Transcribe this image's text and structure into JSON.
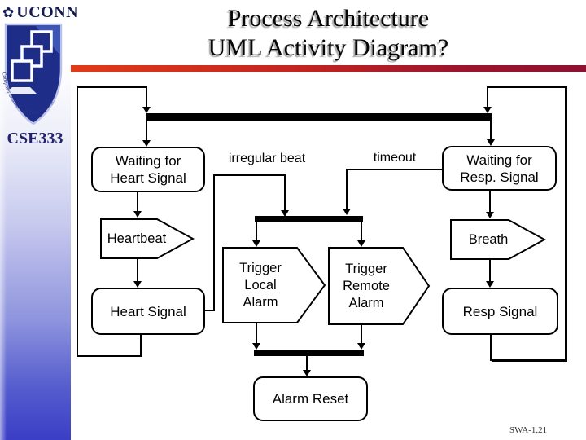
{
  "branding": {
    "wordmark": "UCONN",
    "leaf_icon": "oak-leaf",
    "shield_text": "Computer Science and Engineering",
    "course_code": "CSE333"
  },
  "header": {
    "title_line1": "Process Architecture",
    "title_line2": "UML Activity Diagram?"
  },
  "footer": {
    "slide_ref": "SWA-1.21"
  },
  "colors": {
    "accent_bar_left": "#e23a18",
    "accent_bar_right": "#8f1030",
    "sidebar_bottom": "#3b3ec6",
    "shield_fill": "#1d2d88",
    "line": "#000000"
  },
  "diagram": {
    "type": "uml-activity",
    "nodes": {
      "waiting_heart": {
        "shape": "rounded-state",
        "label": "Waiting for\nHeart Signal"
      },
      "heartbeat": {
        "shape": "signal-send",
        "label": "Heartbeat"
      },
      "heart_signal": {
        "shape": "rounded-state",
        "label": "Heart Signal"
      },
      "waiting_resp": {
        "shape": "rounded-state",
        "label": "Waiting for\nResp. Signal"
      },
      "breath": {
        "shape": "signal-send",
        "label": "Breath"
      },
      "resp_signal": {
        "shape": "rounded-state",
        "label": "Resp Signal"
      },
      "trigger_local": {
        "shape": "signal-send",
        "label": "Trigger\nLocal\nAlarm"
      },
      "trigger_remote": {
        "shape": "signal-send",
        "label": "Trigger\nRemote\nAlarm"
      },
      "alarm_reset": {
        "shape": "rounded-state",
        "label": "Alarm Reset"
      }
    },
    "edge_labels": {
      "irregular_beat": "irregular beat",
      "timeout": "timeout"
    },
    "sync_bars": [
      "top-fork",
      "alarm-join-fork",
      "bottom-join"
    ]
  }
}
